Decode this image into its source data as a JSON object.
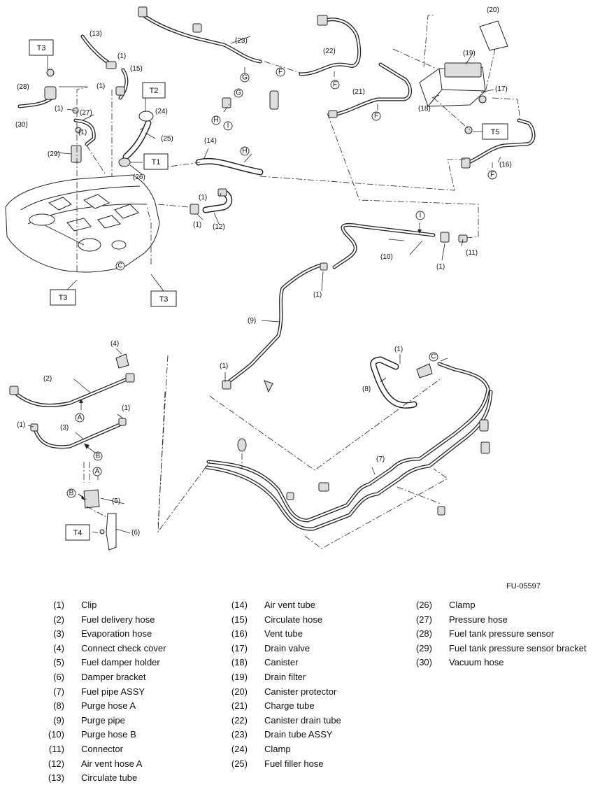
{
  "figure_code": "FU-05597",
  "torque_refs": [
    "T1",
    "T2",
    "T3",
    "T4",
    "T5"
  ],
  "connection_refs": [
    "A",
    "B",
    "C",
    "F",
    "G",
    "H",
    "I"
  ],
  "part_numbers": [
    "(1)",
    "(2)",
    "(3)",
    "(4)",
    "(5)",
    "(6)",
    "(7)",
    "(8)",
    "(9)",
    "(10)",
    "(11)",
    "(12)",
    "(13)",
    "(14)",
    "(15)",
    "(16)",
    "(17)",
    "(18)",
    "(19)",
    "(20)",
    "(21)",
    "(22)",
    "(23)",
    "(24)",
    "(25)",
    "(26)",
    "(27)",
    "(28)",
    "(29)",
    "(30)"
  ],
  "legend": {
    "col1": [
      {
        "num": "(1)",
        "name": "Clip"
      },
      {
        "num": "(2)",
        "name": "Fuel delivery hose"
      },
      {
        "num": "(3)",
        "name": "Evaporation hose"
      },
      {
        "num": "(4)",
        "name": "Connect check cover"
      },
      {
        "num": "(5)",
        "name": "Fuel damper holder"
      },
      {
        "num": "(6)",
        "name": "Damper bracket"
      },
      {
        "num": "(7)",
        "name": "Fuel pipe ASSY"
      },
      {
        "num": "(8)",
        "name": "Purge hose A"
      },
      {
        "num": "(9)",
        "name": "Purge pipe"
      },
      {
        "num": "(10)",
        "name": "Purge hose B"
      },
      {
        "num": "(11)",
        "name": "Connector"
      },
      {
        "num": "(12)",
        "name": "Air vent hose A"
      },
      {
        "num": "(13)",
        "name": "Circulate tube"
      }
    ],
    "col2": [
      {
        "num": "(14)",
        "name": "Air vent tube"
      },
      {
        "num": "(15)",
        "name": "Circulate hose"
      },
      {
        "num": "(16)",
        "name": "Vent tube"
      },
      {
        "num": "(17)",
        "name": "Drain valve"
      },
      {
        "num": "(18)",
        "name": "Canister"
      },
      {
        "num": "(19)",
        "name": "Drain filter"
      },
      {
        "num": "(20)",
        "name": "Canister protector"
      },
      {
        "num": "(21)",
        "name": "Charge tube"
      },
      {
        "num": "(22)",
        "name": "Canister drain tube"
      },
      {
        "num": "(23)",
        "name": "Drain tube ASSY"
      },
      {
        "num": "(24)",
        "name": "Clamp"
      },
      {
        "num": "(25)",
        "name": "Fuel filler hose"
      }
    ],
    "col3": [
      {
        "num": "(26)",
        "name": "Clamp"
      },
      {
        "num": "(27)",
        "name": "Pressure hose"
      },
      {
        "num": "(28)",
        "name": "Fuel tank pressure sensor"
      },
      {
        "num": "(29)",
        "name": "Fuel tank pressure sensor bracket"
      },
      {
        "num": "(30)",
        "name": "Vacuum hose"
      }
    ]
  }
}
